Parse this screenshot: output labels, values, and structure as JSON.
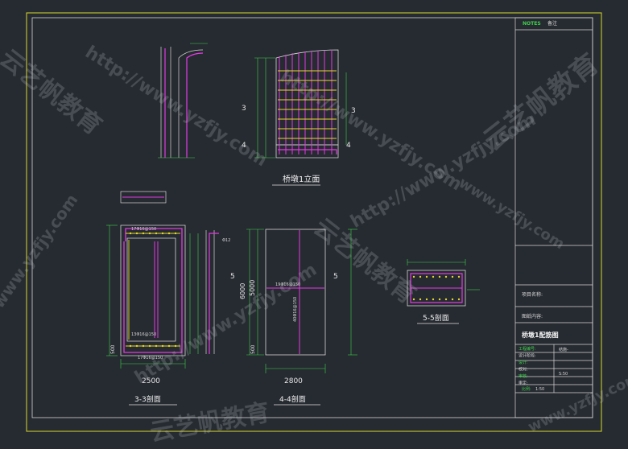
{
  "title_block": {
    "notes_label": "NOTES",
    "notes_cn": "备注",
    "project_label": "项目名称:",
    "drawing_content_label": "图纸内容:",
    "drawing_title": "桥墩1配筋图",
    "sheet_code": "结施-",
    "rows": [
      "工程编号:",
      "设计阶段:",
      "设计:",
      "校对:",
      "审核:",
      "审定:"
    ],
    "scale_label": "比例:",
    "scale_value": "1:50",
    "scale_small": "S:50"
  },
  "views": {
    "elevation_title": "桥墩1立面",
    "sec33_title": "3-3剖面",
    "sec44_title": "4-4剖面",
    "sec55_title": "5-5剖面",
    "cut3": "3",
    "cut4": "4",
    "cut5": "5",
    "dim_2500": "2500",
    "dim_2800": "2800",
    "dim_6000": "6000",
    "dim_5000": "5000",
    "dim_500": "500",
    "phi12": "Φ12",
    "rebar_top": "17Φ16@150",
    "rebar_bot": "17Φ16@150",
    "rebar_side": "13Φ16@150",
    "rebar_44": "19Φ16@150",
    "rebar_44v": "40Φ16@150"
  },
  "watermark": {
    "cn": "云艺帆教育",
    "url": "http://www.yzfjy.com",
    "url_short": "www.yzfjy.com"
  }
}
